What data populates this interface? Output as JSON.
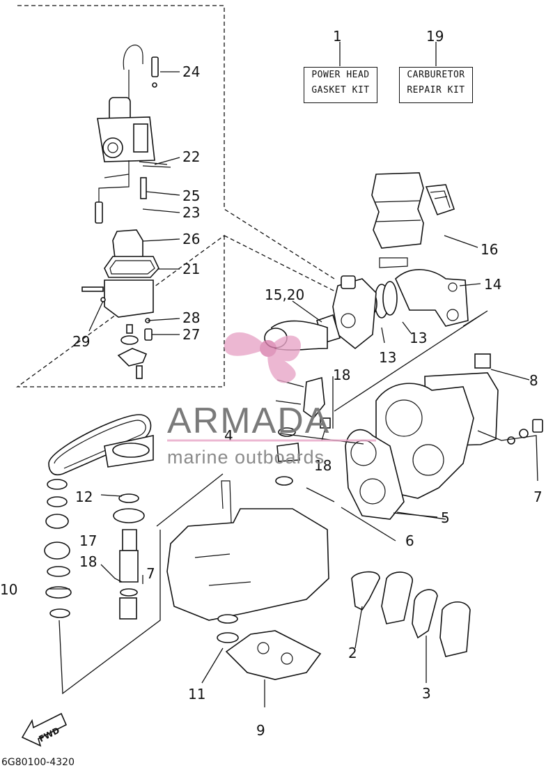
{
  "kits": {
    "power_head": {
      "number": "1",
      "line1": "POWER HEAD",
      "line2": "GASKET KIT"
    },
    "carburetor": {
      "number": "19",
      "line1": "CARBURETOR",
      "line2": "REPAIR KIT"
    }
  },
  "watermark": {
    "brand": "ARMADA",
    "tagline": "marine outboards",
    "accent_color": "#e8a6c8",
    "text_color": "#7a7a7a"
  },
  "labels": {
    "l24": "24",
    "l22": "22",
    "l25": "25",
    "l23": "23",
    "l26": "26",
    "l21": "21",
    "l28": "28",
    "l27": "27",
    "l29": "29",
    "l15_20": "15,20",
    "l16": "16",
    "l14": "14",
    "l13a": "13",
    "l13b": "13",
    "l18a": "18",
    "l8": "8",
    "l4": "4",
    "l18b": "18",
    "l7a": "7",
    "l12": "12",
    "l5": "5",
    "l6": "6",
    "l17": "17",
    "l18c": "18",
    "l7b": "7",
    "l10": "10",
    "l2": "2",
    "l3": "3",
    "l11": "11",
    "l9": "9"
  },
  "fwd": "FWD",
  "drawing_number": "6G80100-4320"
}
